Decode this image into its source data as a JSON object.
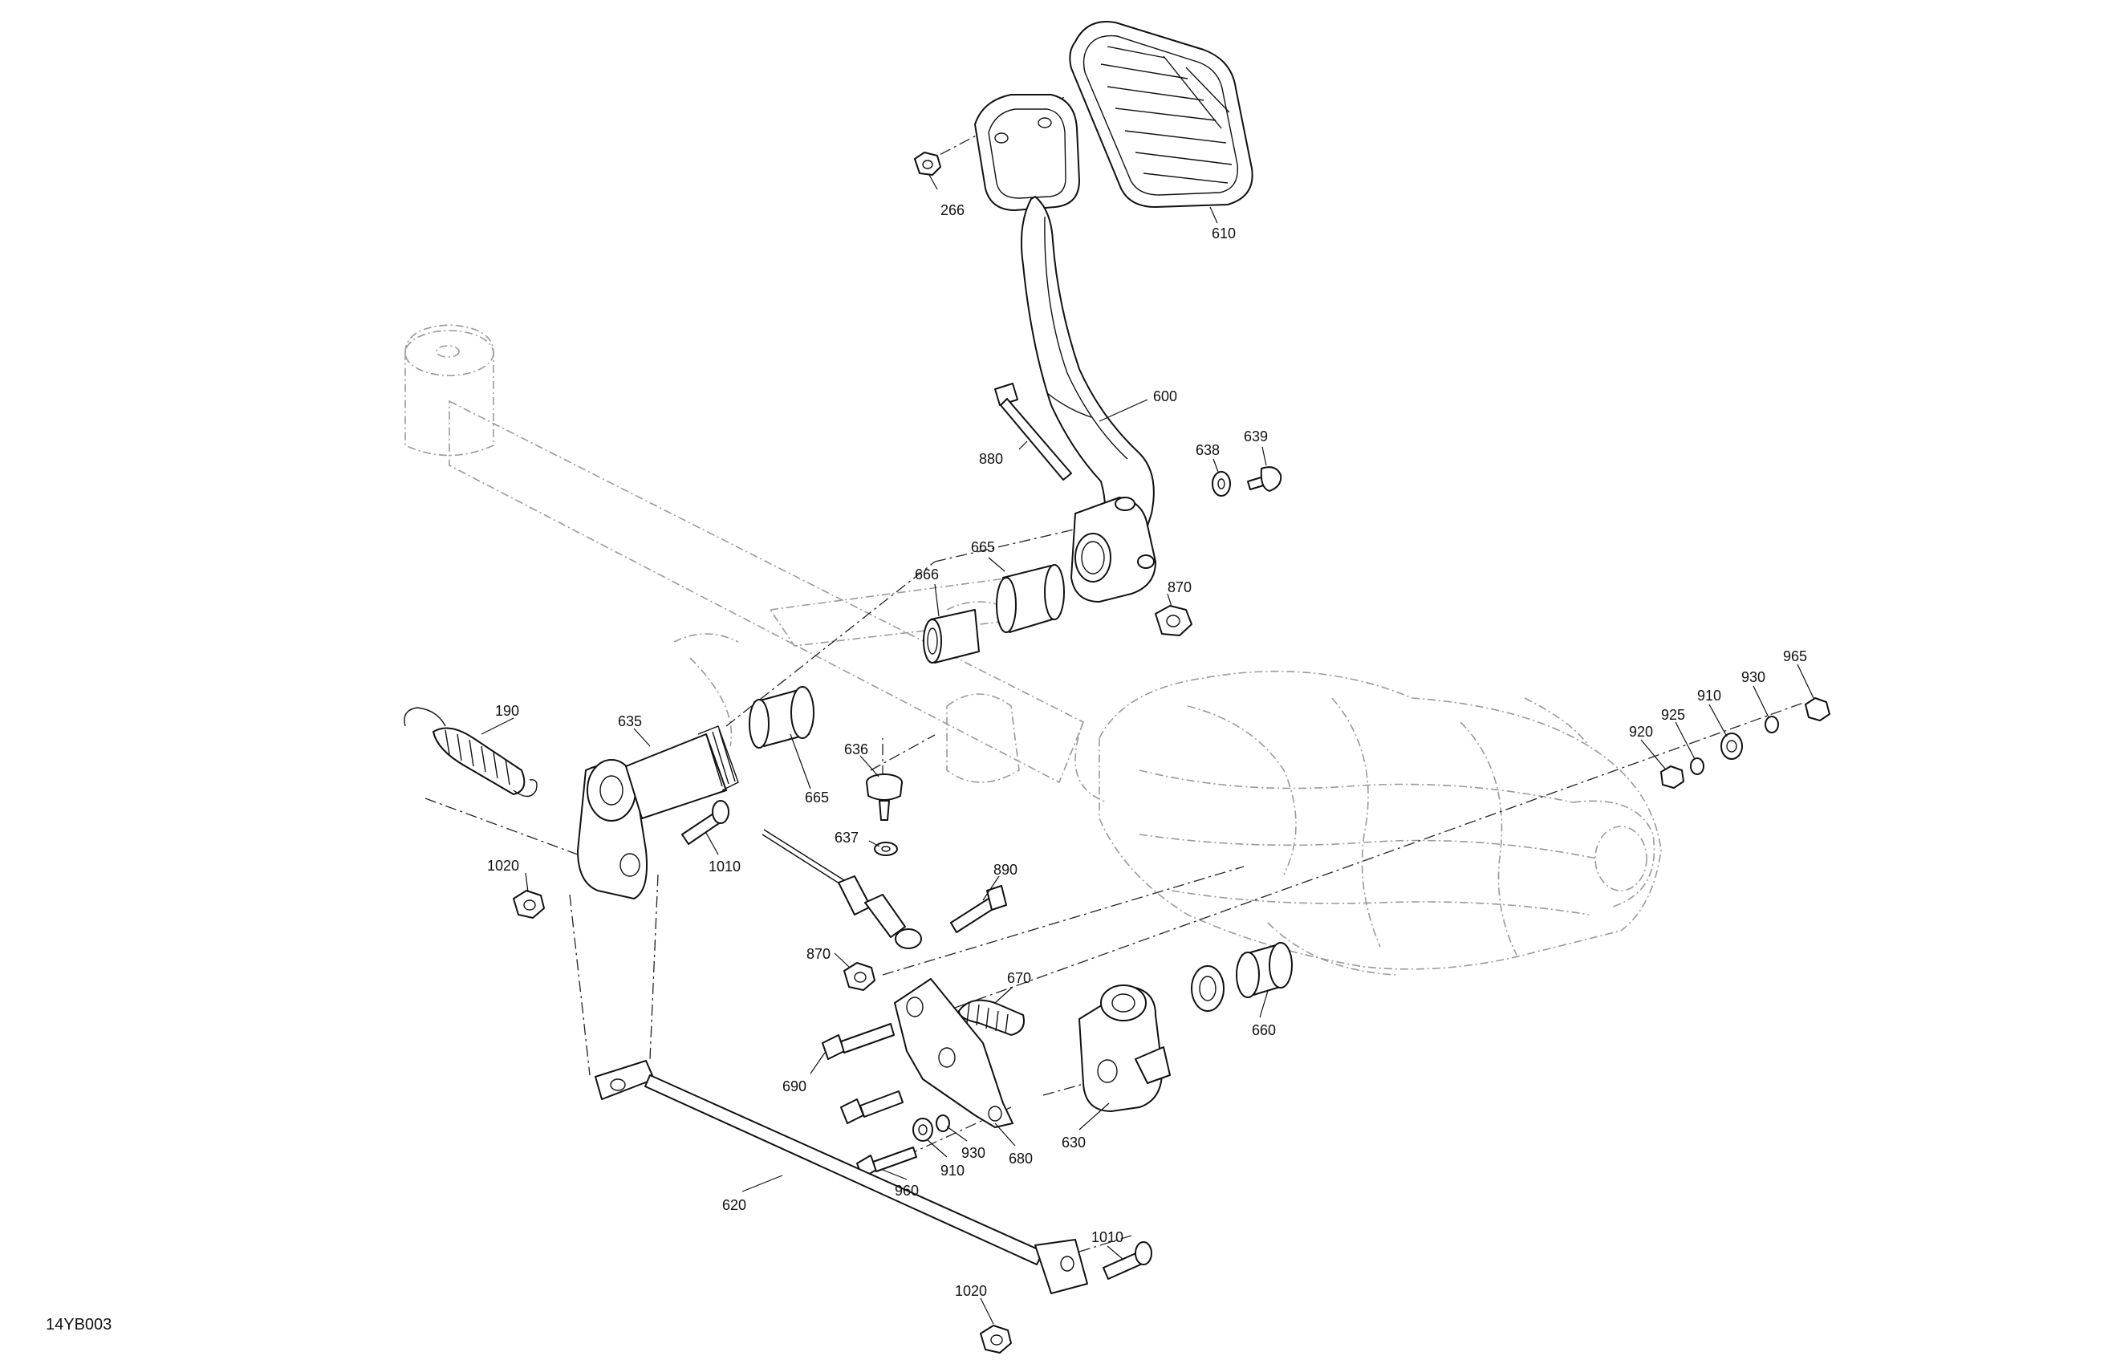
{
  "diagram": {
    "code": "14YB003",
    "callouts": [
      "266",
      "610",
      "600",
      "880",
      "638",
      "639",
      "665",
      "666",
      "870",
      "190",
      "635",
      "665",
      "636",
      "637",
      "1010",
      "1020",
      "890",
      "870",
      "670",
      "660",
      "690",
      "680",
      "630",
      "930",
      "910",
      "960",
      "620",
      "1010",
      "1020",
      "920",
      "925",
      "910",
      "930",
      "965"
    ]
  }
}
